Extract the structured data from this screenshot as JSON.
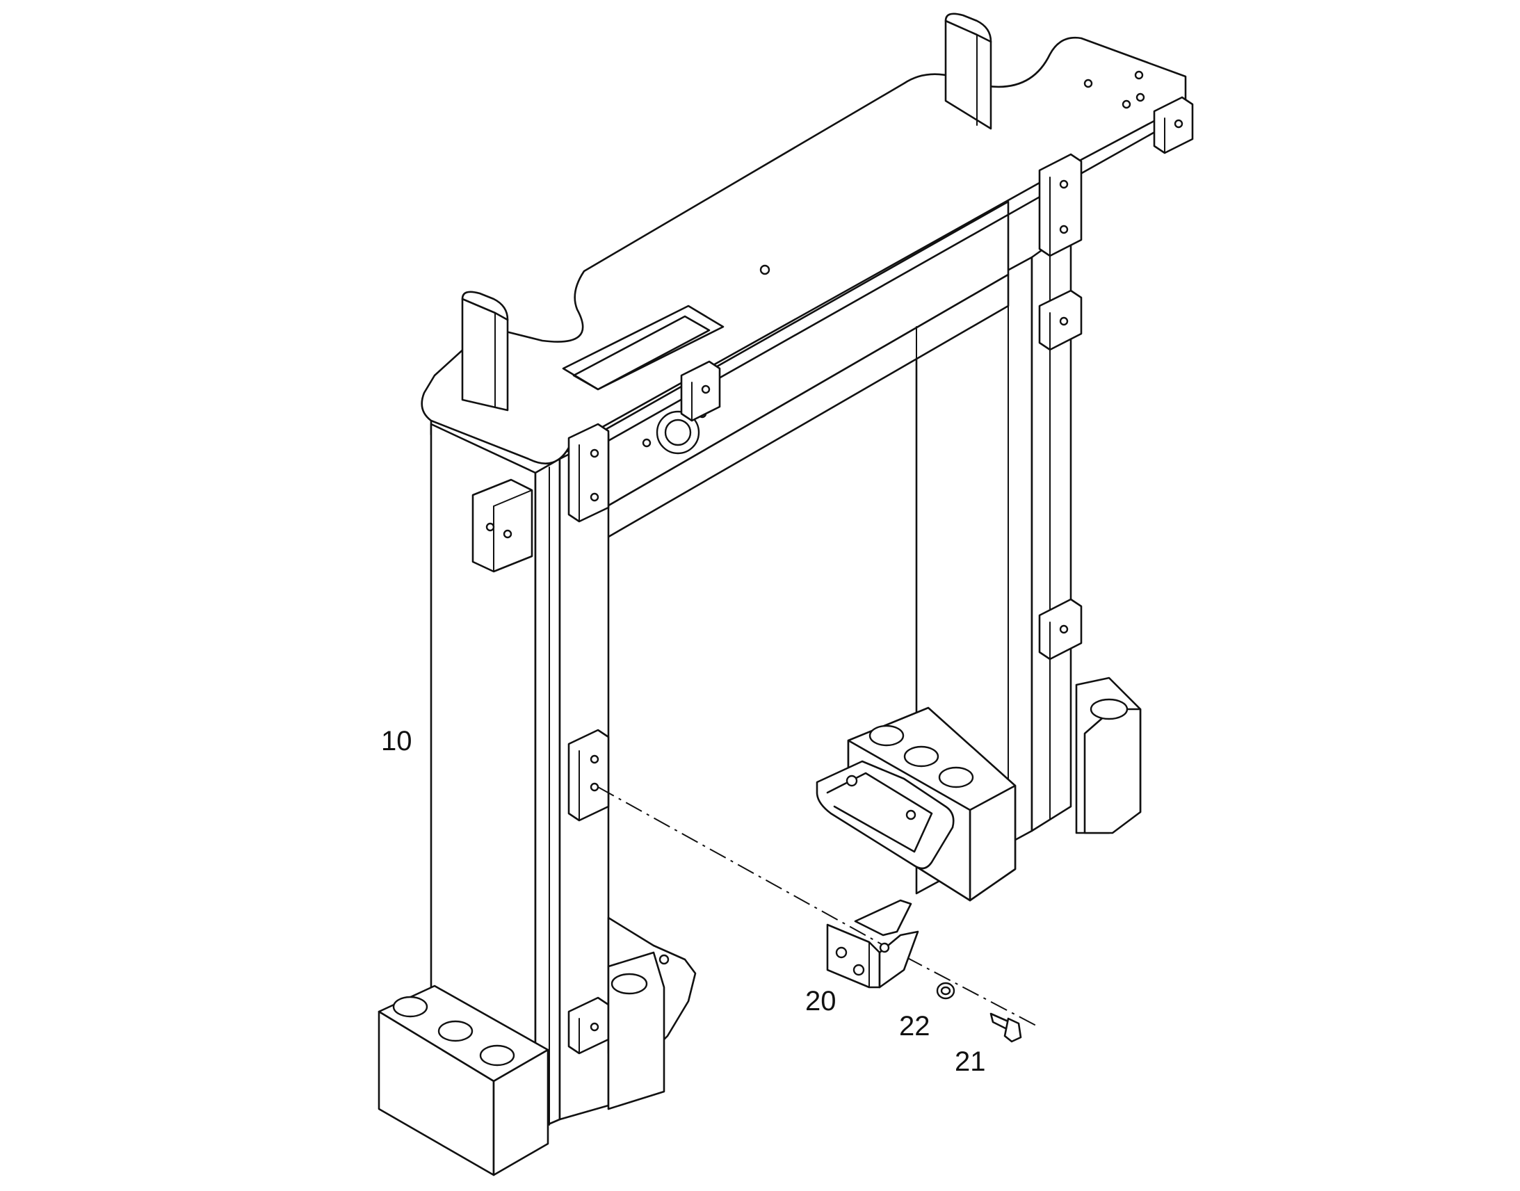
{
  "callouts": [
    {
      "id": "10",
      "label": "10"
    },
    {
      "id": "20",
      "label": "20"
    },
    {
      "id": "22",
      "label": "22"
    },
    {
      "id": "21",
      "label": "21"
    }
  ],
  "colors": {
    "line": "#111111",
    "background": "#ffffff"
  }
}
